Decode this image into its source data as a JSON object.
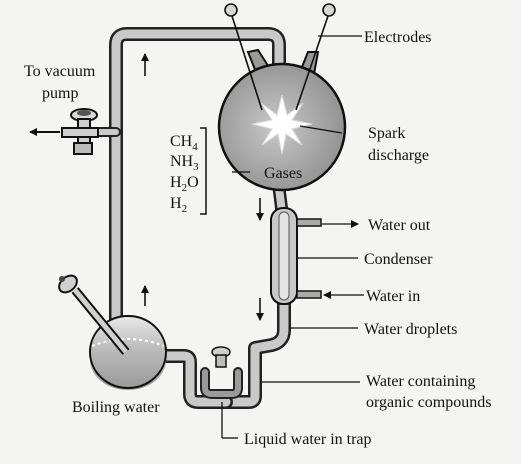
{
  "labels": {
    "electrodes": "Electrodes",
    "vacuum_line1": "To vacuum",
    "vacuum_line2": "pump",
    "spark_line1": "Spark",
    "spark_line2": "discharge",
    "gases": "Gases",
    "water_out": "Water out",
    "condenser": "Condenser",
    "water_in": "Water in",
    "water_droplets": "Water droplets",
    "organic_line1": "Water containing",
    "organic_line2": "organic compounds",
    "boiling_water": "Boiling water",
    "trap": "Liquid water in trap"
  },
  "gases": [
    {
      "base": "CH",
      "sub": "4"
    },
    {
      "base": "NH",
      "sub": "3"
    },
    {
      "base": "H",
      "sub": "2",
      "tail": "O"
    },
    {
      "base": "H",
      "sub": "2"
    }
  ],
  "colors": {
    "ink": "#111111",
    "glass": "#bdbdbd",
    "sphere": "#9a9a9a",
    "water": "#8f8f8f"
  }
}
